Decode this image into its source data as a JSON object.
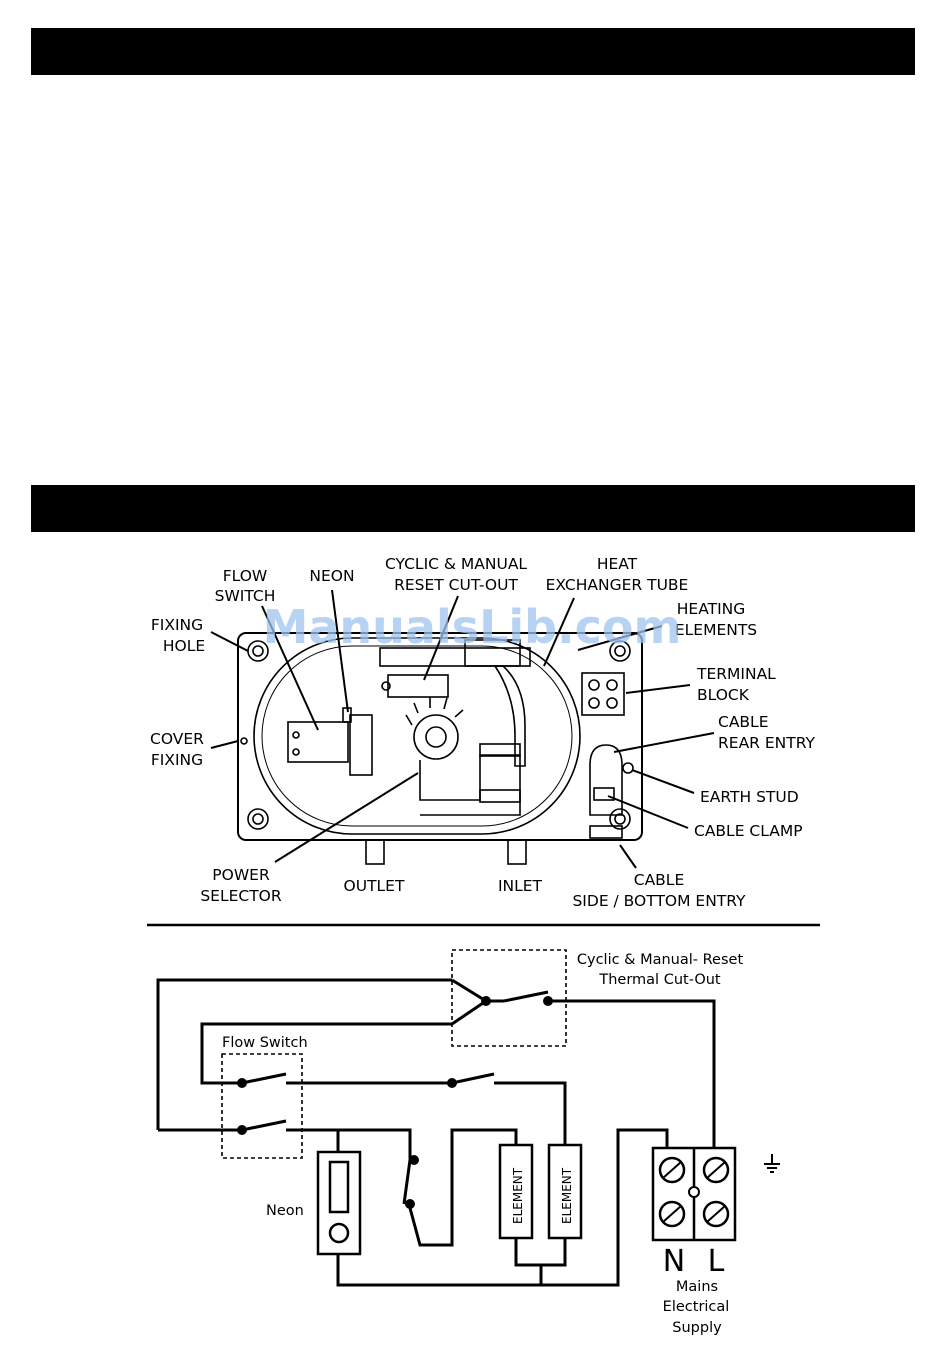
{
  "labels": {
    "flow_switch_1": "FLOW",
    "flow_switch_2": "SWITCH",
    "neon": "NEON",
    "cutout_1": "CYCLIC & MANUAL",
    "cutout_2": "RESET CUT-OUT",
    "heat_1": "HEAT",
    "heat_2": "EXCHANGER TUBE",
    "heating_1": "HEATING",
    "heating_2": "ELEMENTS",
    "fixing_1": "FIXING",
    "fixing_2": "HOLE",
    "terminal_1": "TERMINAL",
    "terminal_2": "BLOCK",
    "cable_rear_1": "CABLE",
    "cable_rear_2": "REAR ENTRY",
    "cover_1": "COVER",
    "cover_2": "FIXING",
    "earth_stud": "EARTH STUD",
    "cable_clamp": "CABLE CLAMP",
    "power_1": "POWER",
    "power_2": "SELECTOR",
    "outlet": "OUTLET",
    "inlet": "INLET",
    "cable_side_1": "CABLE",
    "cable_side_2": "SIDE / BOTTOM ENTRY"
  },
  "watermark": "ManualsLib.com",
  "schematic": {
    "cutout_1": "Cyclic & Manual- Reset",
    "cutout_2": "Thermal Cut-Out",
    "flow_switch": "Flow Switch",
    "neon": "Neon",
    "element_1": "ELEMENT",
    "element_2": "ELEMENT",
    "neutral": "N",
    "live": "L",
    "mains_1": "Mains",
    "mains_2": "Electrical",
    "mains_3": "Supply",
    "earth_symbol": "earth-icon"
  }
}
